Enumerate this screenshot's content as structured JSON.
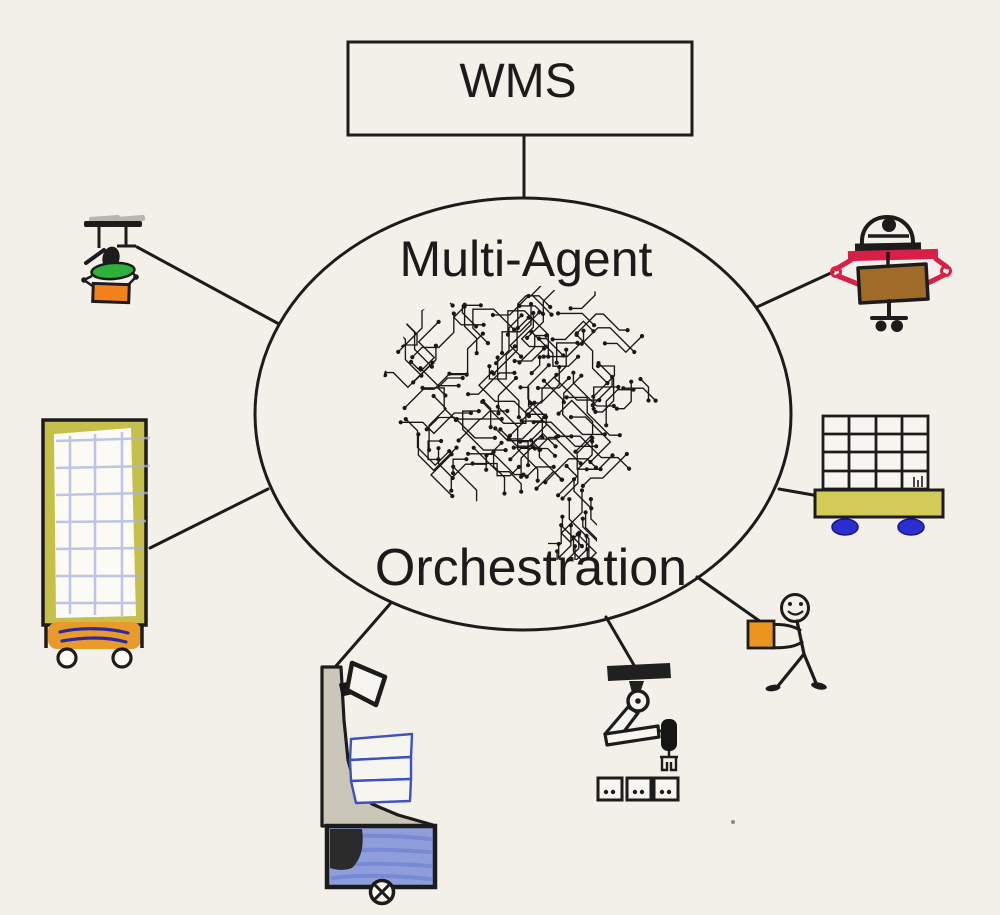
{
  "wms": {
    "label": "WMS"
  },
  "hub": {
    "title_top": "Multi-Agent",
    "title_bottom": "Orchestration",
    "icon": "circuit-brain-icon"
  },
  "agents": [
    {
      "id": "delivery-drone",
      "icon": "drone-icon",
      "position": "top-left"
    },
    {
      "id": "mobile-robot",
      "icon": "robot-icon",
      "position": "top-right"
    },
    {
      "id": "shelf-transport-robot",
      "icon": "mobile-shelf-icon",
      "position": "left"
    },
    {
      "id": "pallet-agv",
      "icon": "pallet-agv-icon",
      "position": "right"
    },
    {
      "id": "human-worker",
      "icon": "worker-icon",
      "position": "bottom-right"
    },
    {
      "id": "robotic-arm",
      "icon": "robotic-arm-icon",
      "position": "bottom-center"
    },
    {
      "id": "autonomous-forklift",
      "icon": "forklift-icon",
      "position": "bottom-left"
    }
  ],
  "connectors": [
    {
      "from": "wms",
      "to": "hub"
    },
    {
      "from": "hub",
      "to": "delivery-drone"
    },
    {
      "from": "hub",
      "to": "mobile-robot"
    },
    {
      "from": "hub",
      "to": "shelf-transport-robot"
    },
    {
      "from": "hub",
      "to": "pallet-agv"
    },
    {
      "from": "hub",
      "to": "human-worker"
    },
    {
      "from": "hub",
      "to": "robotic-arm"
    },
    {
      "from": "hub",
      "to": "autonomous-forklift"
    }
  ],
  "colors": {
    "background": "#f2f0e9",
    "ink": "#1c1c1c",
    "drone_green": "#2eb13a",
    "box_orange": "#f4801e",
    "robot_red": "#d81f48",
    "carton_brown": "#a06b28",
    "shelf_olive": "#c6c04b",
    "grid_periwinkle": "#aab4dd",
    "base_orange": "#e99a2d",
    "platform_olive": "#d2cb57",
    "wheel_blue": "#2b2fd0",
    "fork_blue": "#3d51c4",
    "mast_gray": "#cbc7b8",
    "crayon_blue": "#8e9eda"
  }
}
